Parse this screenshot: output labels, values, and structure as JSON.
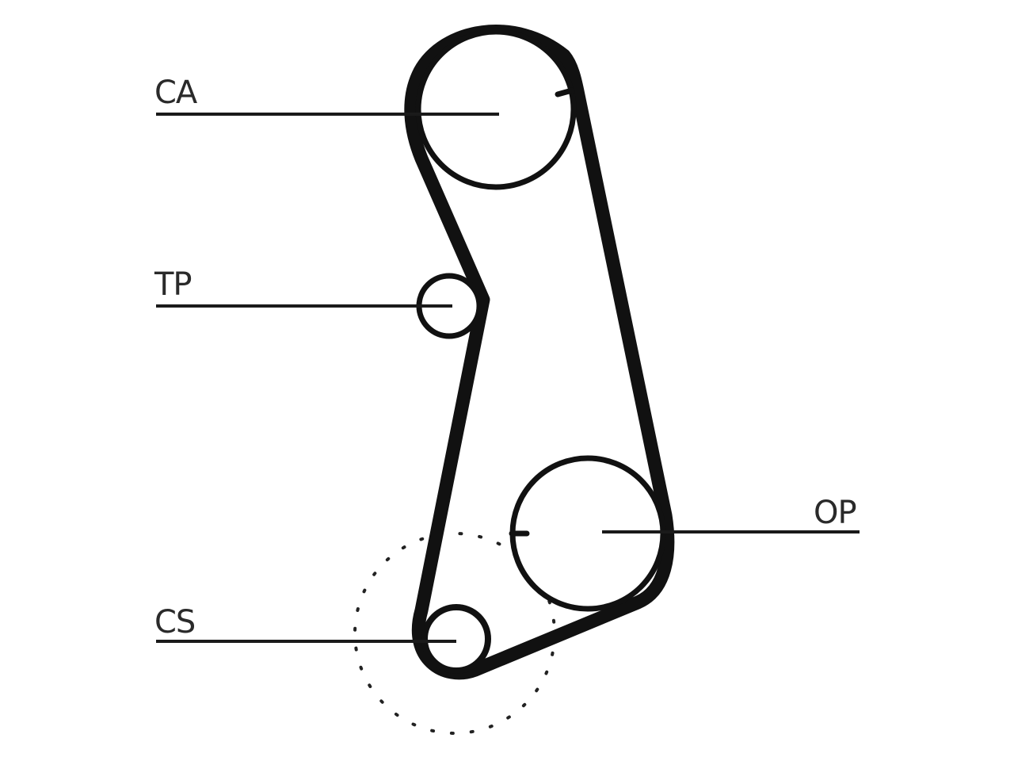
{
  "labels": {
    "ca": "CA",
    "tp": "TP",
    "op": "OP",
    "cs": "CS"
  },
  "colors": {
    "belt": "#111111",
    "line": "#1a1a1a",
    "background": "#ffffff"
  }
}
